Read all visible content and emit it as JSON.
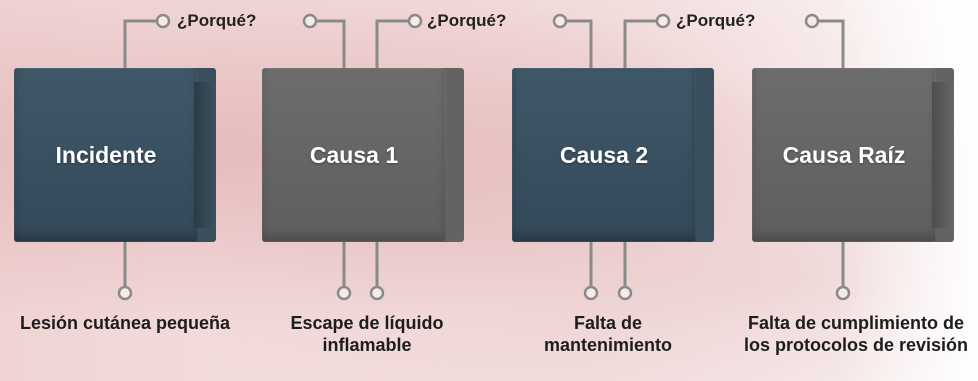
{
  "why_label": "¿Porqué?",
  "boxes": [
    {
      "label": "Incidente",
      "color": "#3d5565"
    },
    {
      "label": "Causa 1",
      "color": "#676767"
    },
    {
      "label": "Causa 2",
      "color": "#3d5565"
    },
    {
      "label": "Causa Raíz",
      "color": "#676767"
    }
  ],
  "captions": [
    "Lesión cutánea pequeña",
    "Escape de líquido inflamable",
    "Falta de mantenimiento",
    "Falta de cumplimiento de los protocolos de revisión"
  ]
}
